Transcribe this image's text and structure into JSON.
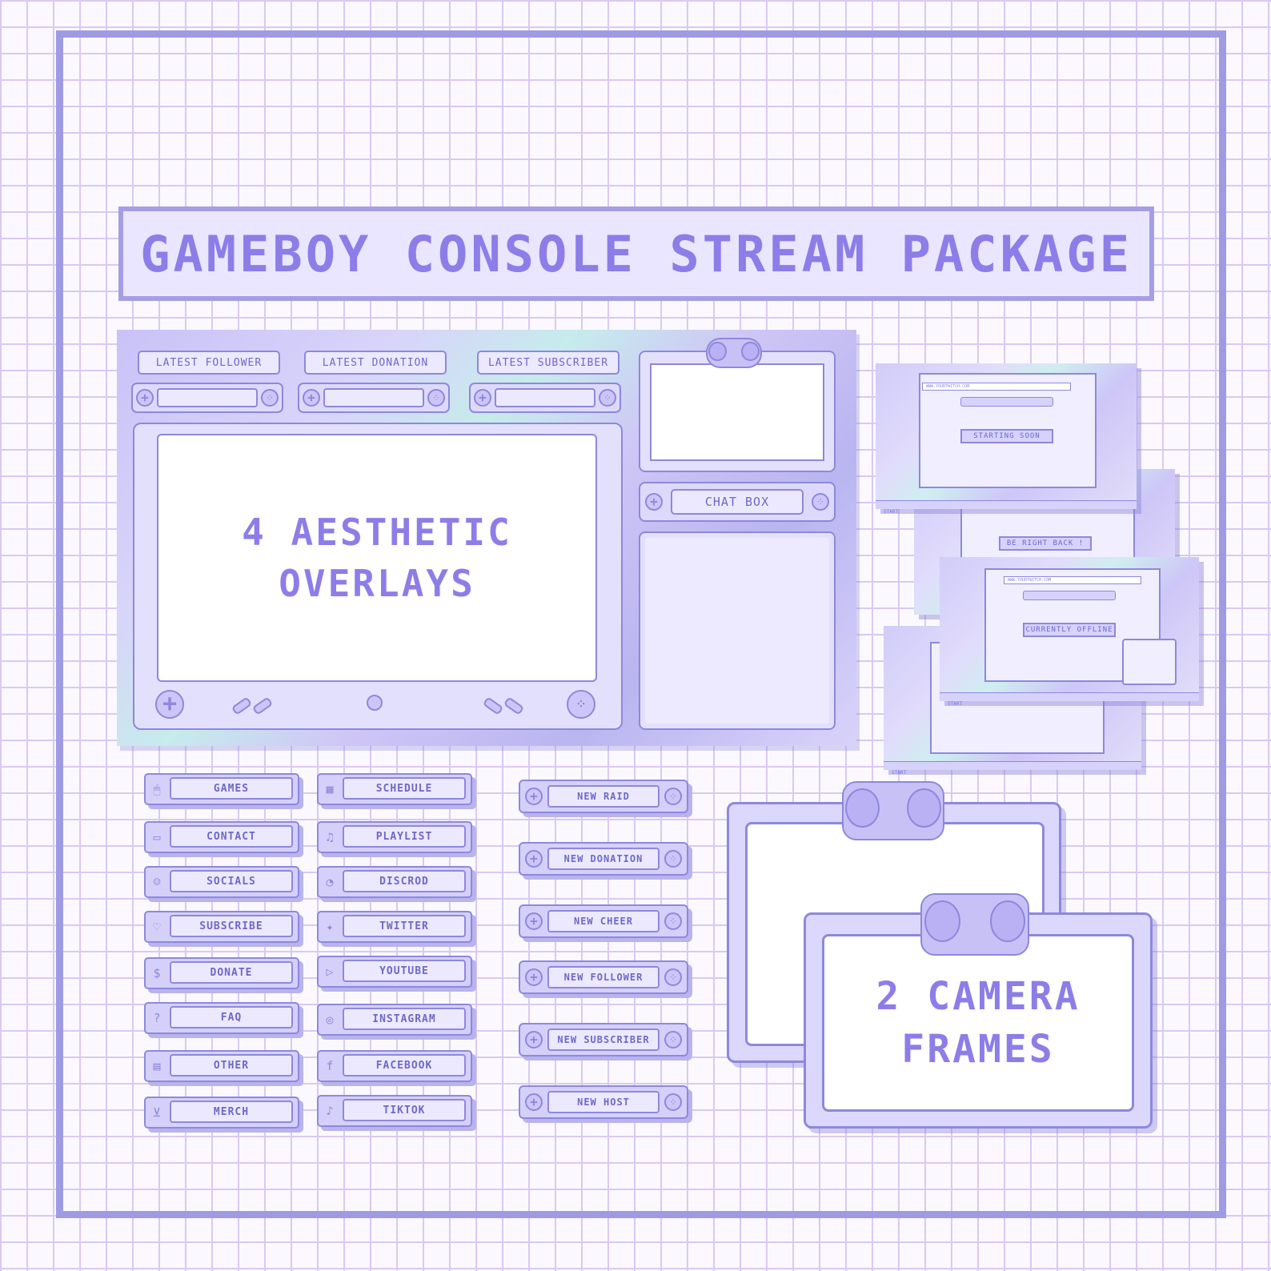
{
  "title": "GAMEBOY CONSOLE STREAM PACKAGE",
  "overlay": {
    "labels": [
      "LATEST FOLLOWER",
      "LATEST DONATION",
      "LATEST SUBSCRIBER"
    ],
    "headline_line1": "4 AESTHETIC",
    "headline_line2": "OVERLAYS",
    "chat_label": "CHAT BOX"
  },
  "mini_screens": {
    "url": "WWW.YOURTWITCH.COM",
    "starting": "STARTING SOON",
    "brb": "BE RIGHT BACK !",
    "offline": "CURRENTLY OFFLINE",
    "start": "START"
  },
  "panels": {
    "left": [
      "GAMES",
      "CONTACT",
      "SOCIALS",
      "SUBSCRIBE",
      "DONATE",
      "FAQ",
      "OTHER",
      "MERCH"
    ],
    "right": [
      "SCHEDULE",
      "PLAYLIST",
      "DISCROD",
      "TWITTER",
      "YOUTUBE",
      "INSTAGRAM",
      "FACEBOOK",
      "TIKTOK"
    ]
  },
  "alerts": [
    "NEW RAID",
    "NEW DONATION",
    "NEW CHEER",
    "NEW FOLLOWER",
    "NEW SUBSCRIBER",
    "NEW HOST"
  ],
  "camera": {
    "line1": "2 CAMERA",
    "line2": "FRAMES"
  },
  "icons": {
    "left": [
      "mouse-icon",
      "chat-icon",
      "people-icon",
      "heart-icon",
      "money-bag-icon",
      "question-icon",
      "briefcase-icon",
      "cart-icon"
    ],
    "right": [
      "calendar-icon",
      "music-icon",
      "discord-icon",
      "twitter-icon",
      "youtube-icon",
      "instagram-icon",
      "facebook-icon",
      "tiktok-icon"
    ]
  },
  "colors": {
    "accent": "#8d7de8",
    "border": "#8e88dc",
    "grid": "#d9c9f3",
    "frame": "#9f9be3"
  }
}
